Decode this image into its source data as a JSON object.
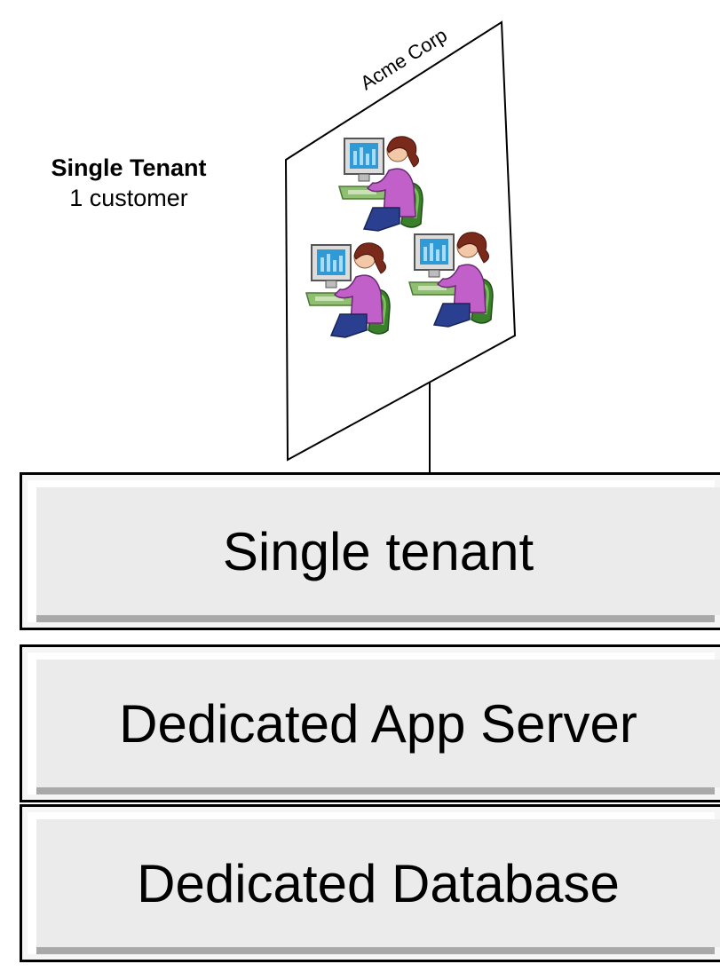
{
  "tenant_group": {
    "name": "Acme Corp",
    "users_icon": "office-worker-at-computer-icon",
    "user_count": 3
  },
  "caption": {
    "title": "Single Tenant",
    "subtitle": "1 customer"
  },
  "layers": [
    {
      "label": "Single tenant"
    },
    {
      "label": "Dedicated App Server"
    },
    {
      "label": "Dedicated Database"
    }
  ],
  "colors": {
    "worker_hair": "#7a2a1a",
    "worker_sweater": "#c060c8",
    "monitor_screen": "#2f9ad6",
    "chair": "#3a7f2a",
    "layer_fill": "#ebebeb"
  }
}
